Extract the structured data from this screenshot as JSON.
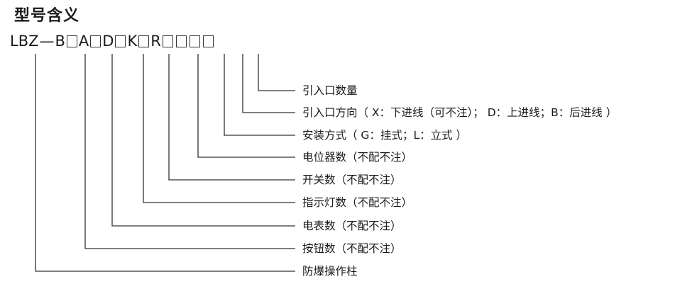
{
  "title": "型号含义",
  "code": {
    "prefix": "LBZ",
    "dash": "—",
    "letters": [
      "B",
      "A",
      "D",
      "K",
      "R"
    ]
  },
  "descriptions": [
    "引入口数量",
    "引入口方向（ X：下进线（可不注）； D：上进线；B：后进线 ）",
    "安装方式（ G：挂式；L：立式 ）",
    "电位器数（不配不注）",
    "开关数（不配不注）",
    "指示灯数（不配不注）",
    "电表数（不配不注）",
    "按钮数（不配不注）",
    "防爆操作柱"
  ]
}
